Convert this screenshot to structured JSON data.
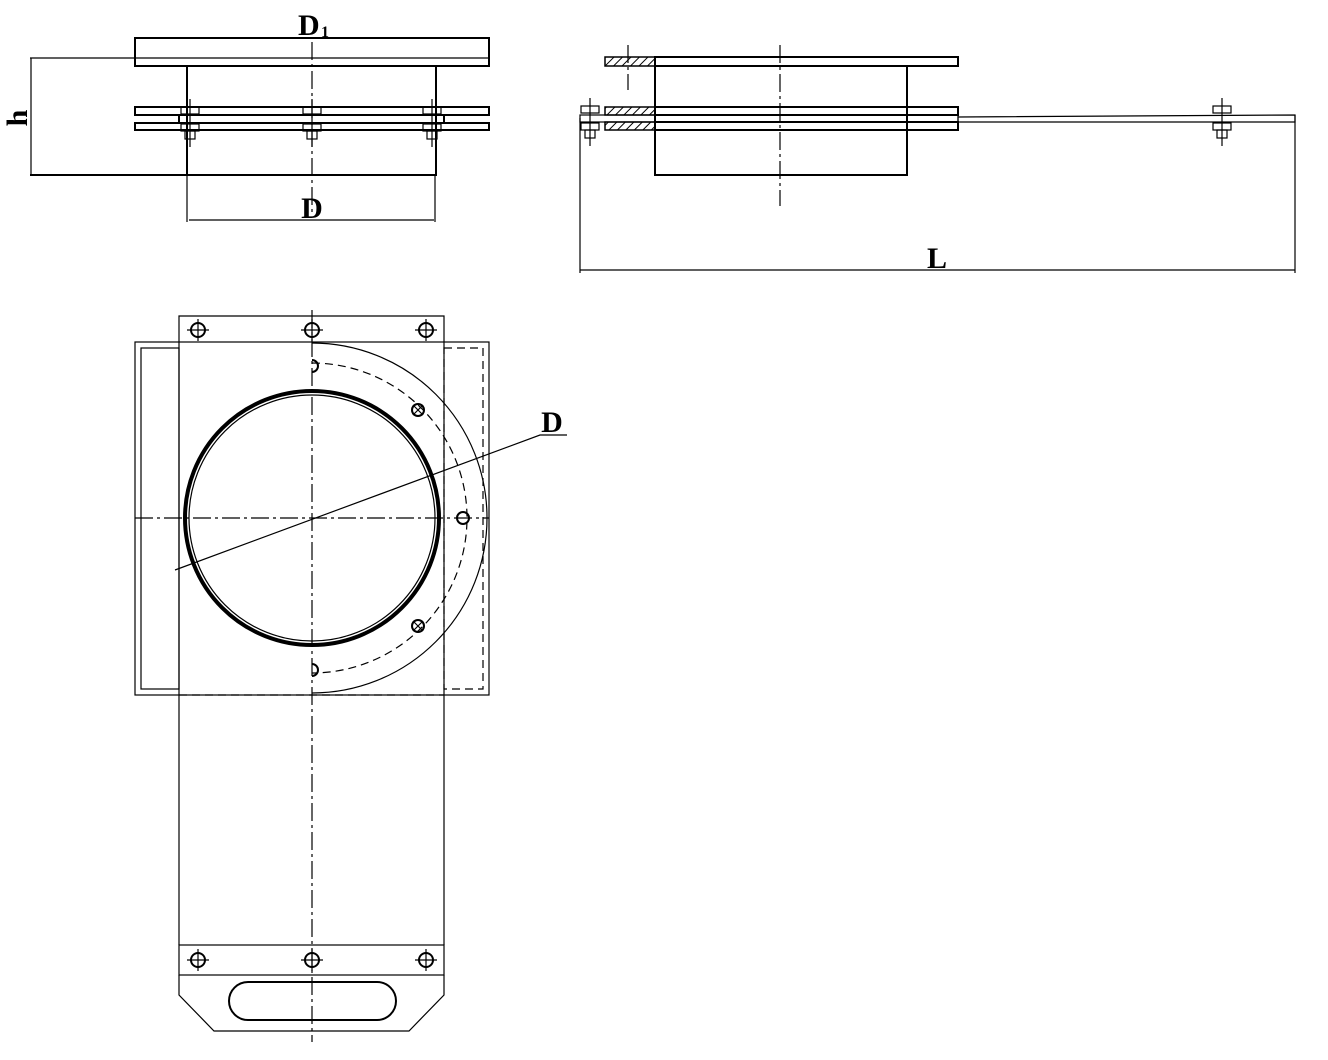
{
  "drawing": {
    "front_view": {
      "diameter_outer_label": "D",
      "diameter_outer_subscript": "1",
      "height_label": "h",
      "diameter_label": "D"
    },
    "side_view": {
      "length_label": "L"
    },
    "plan_view": {
      "diameter_label": "D"
    }
  },
  "colors": {
    "line": "#000000",
    "background": "#ffffff"
  }
}
